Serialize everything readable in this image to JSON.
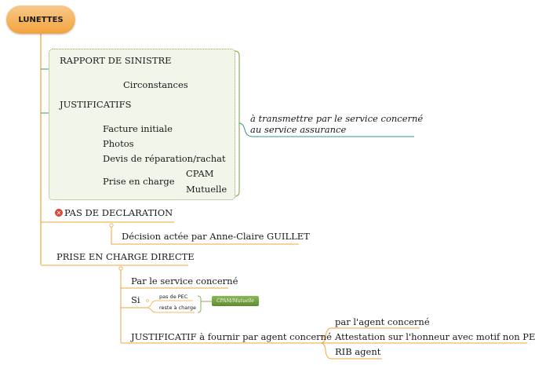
{
  "root": {
    "label": "LUNETTES"
  },
  "rapport": {
    "label": "RAPPORT DE SINISTRE",
    "child": "Circonstances"
  },
  "justificatifs": {
    "label": "JUSTIFICATIFS",
    "items": [
      "Facture initiale",
      "Photos",
      "Devis de réparation/rachat",
      "Prise en charge"
    ],
    "prise_sub": [
      "CPAM",
      "Mutuelle"
    ]
  },
  "note": {
    "line1": "à transmettre par le service concerné",
    "line2": "au service assurance"
  },
  "pas_declaration": {
    "label": "PAS DE DECLARATION",
    "child": "Décision actée par Anne-Claire GUILLET"
  },
  "pec": {
    "label": "PRISE EN CHARGE DIRECTE",
    "service": "Par le service concerné",
    "si": "Si",
    "si_sub": [
      "pas de PEC",
      "reste à charge"
    ],
    "tag": "CPAM/Mutuelle",
    "justif": "JUSTIFICATIF à fournir par agent concerné",
    "justif_sub": [
      "par l'agent concerné",
      "Attestation sur l'honneur avec motif non PEC",
      "RIB agent"
    ]
  },
  "colors": {
    "orange": "#f0a53b",
    "teal": "#2f9a8e",
    "green": "#8fad5d",
    "red": "#d9453b"
  }
}
